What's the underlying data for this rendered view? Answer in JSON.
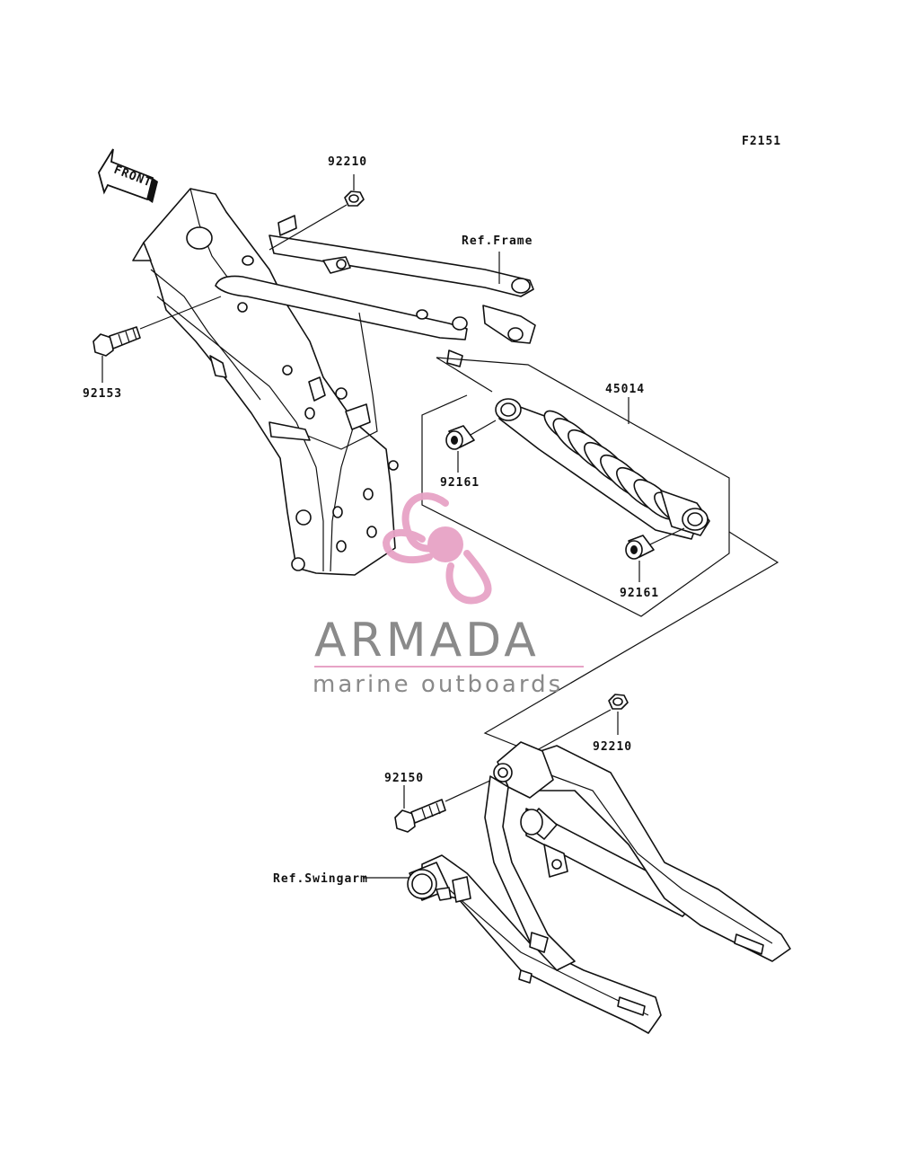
{
  "diagram": {
    "code": "F2151",
    "front_label": "FRONT",
    "callouts": {
      "nut_top": "92210",
      "ref_frame": "Ref.Frame",
      "bolt_top": "92153",
      "shock": "45014",
      "collar_upper": "92161",
      "collar_lower": "92161",
      "nut_bottom": "92210",
      "bolt_bottom": "92150",
      "ref_swingarm": "Ref.Swingarm"
    }
  },
  "watermark": {
    "brand": "ARMADA",
    "tagline": "marine outboards",
    "logo_color": "#e7a3c6",
    "text_color": "#8a8a8a"
  }
}
